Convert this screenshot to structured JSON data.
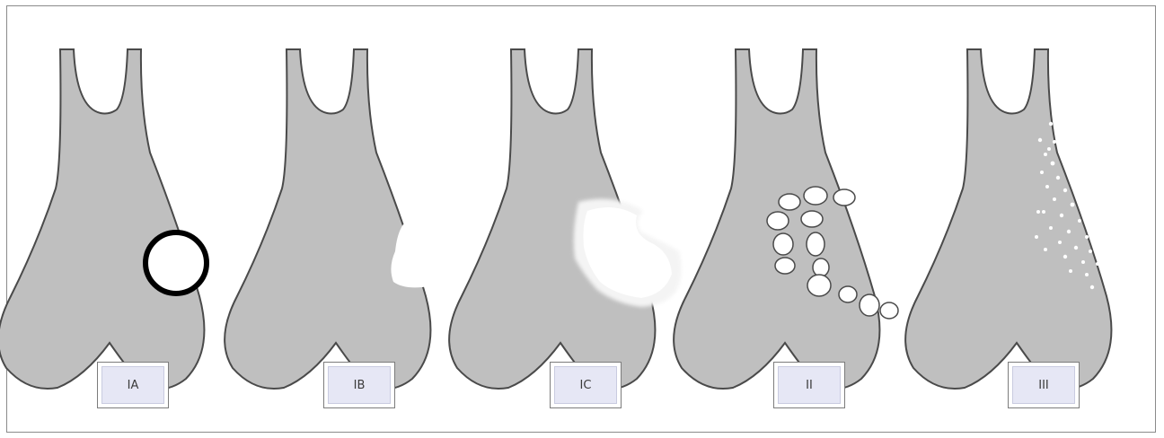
{
  "panels": [
    {
      "id": "ia",
      "label": "IA"
    },
    {
      "id": "ib",
      "label": "IB"
    },
    {
      "id": "ic",
      "label": "IC"
    },
    {
      "id": "ii",
      "label": "II"
    },
    {
      "id": "iii",
      "label": "III"
    }
  ],
  "colors": {
    "bone_fill": "#bfbfbf",
    "bone_outline": "#4a4a4a",
    "lesion": "#ffffff",
    "ring": "#000000",
    "label_bg": "#e6e7f5"
  }
}
